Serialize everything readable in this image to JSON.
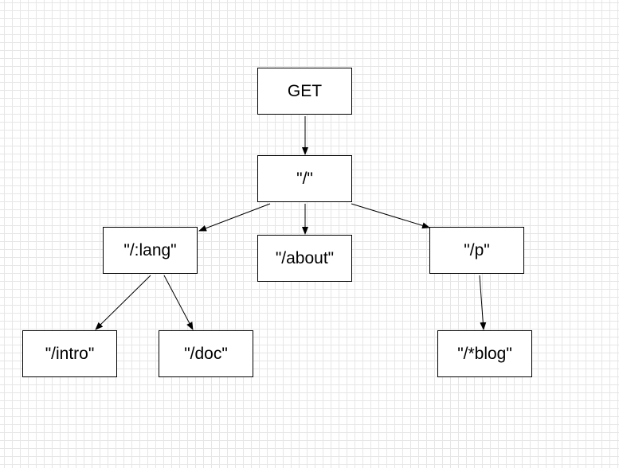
{
  "diagram": {
    "nodes": [
      {
        "id": "get",
        "label": "GET"
      },
      {
        "id": "root",
        "label": "\"/\""
      },
      {
        "id": "lang",
        "label": "\"/:lang\""
      },
      {
        "id": "about",
        "label": "\"/about\""
      },
      {
        "id": "p",
        "label": "\"/p\""
      },
      {
        "id": "intro",
        "label": "\"/intro\""
      },
      {
        "id": "doc",
        "label": "\"/doc\""
      },
      {
        "id": "blog",
        "label": "\"/*blog\""
      }
    ],
    "edges": [
      {
        "from": "get",
        "to": "root"
      },
      {
        "from": "root",
        "to": "lang"
      },
      {
        "from": "root",
        "to": "about"
      },
      {
        "from": "root",
        "to": "p"
      },
      {
        "from": "lang",
        "to": "intro"
      },
      {
        "from": "lang",
        "to": "doc"
      },
      {
        "from": "p",
        "to": "blog"
      }
    ],
    "colors": {
      "stroke": "#000000",
      "grid": "#e6e6e6",
      "background": "#ffffff"
    }
  }
}
